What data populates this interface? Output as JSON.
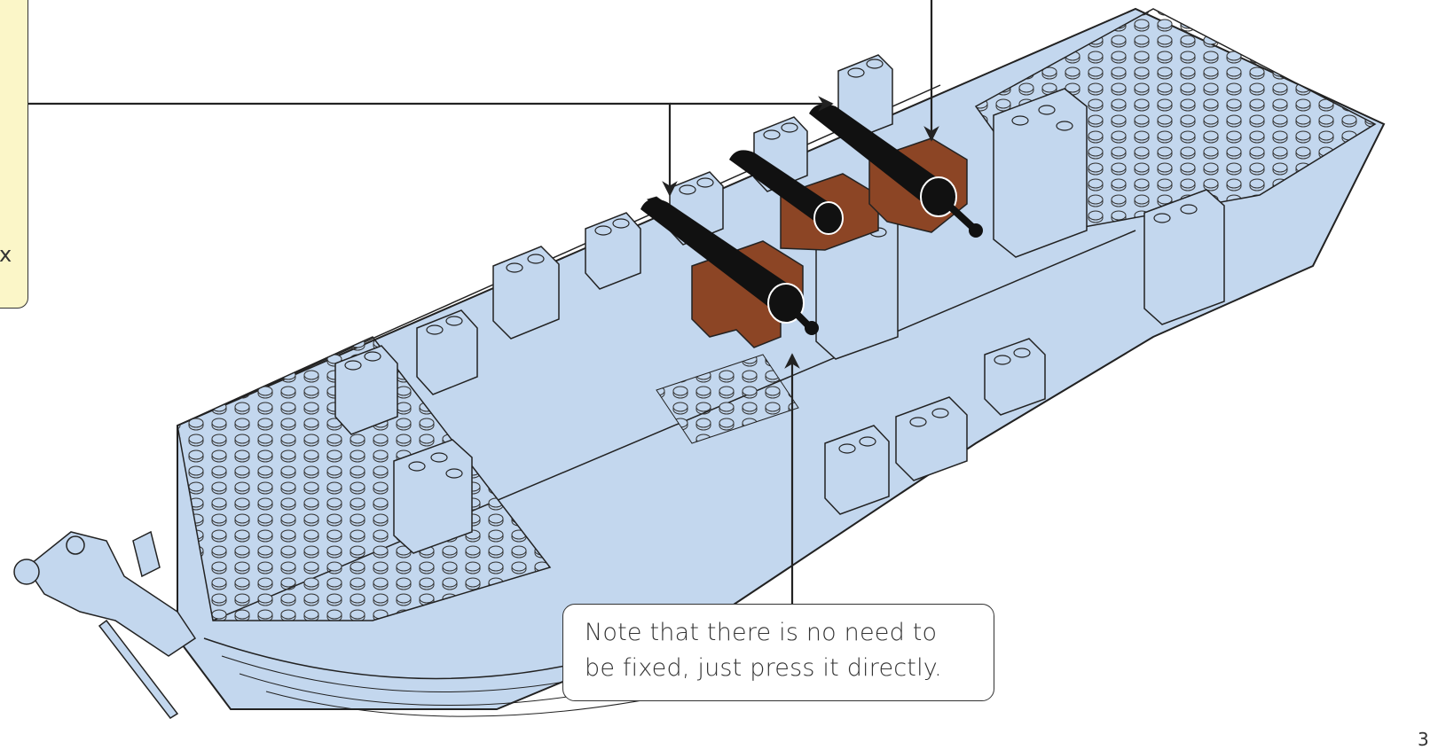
{
  "note": {
    "line1": "Note that there is no need to",
    "line2": "be fixed, just press it directly."
  },
  "left_callout": {
    "visible_glyph": "x"
  },
  "page_number_fragment": "3",
  "colors": {
    "brick": "#c3d7ee",
    "brick_outline": "#2a2a2a",
    "cannon": "#111111",
    "carriage": "#8c4525",
    "callout_fill": "#fbf6c8",
    "arrow": "#222222"
  },
  "icons": [
    "pointer-arrow-icon",
    "cannon-icon",
    "ship-hull",
    "figurehead"
  ]
}
